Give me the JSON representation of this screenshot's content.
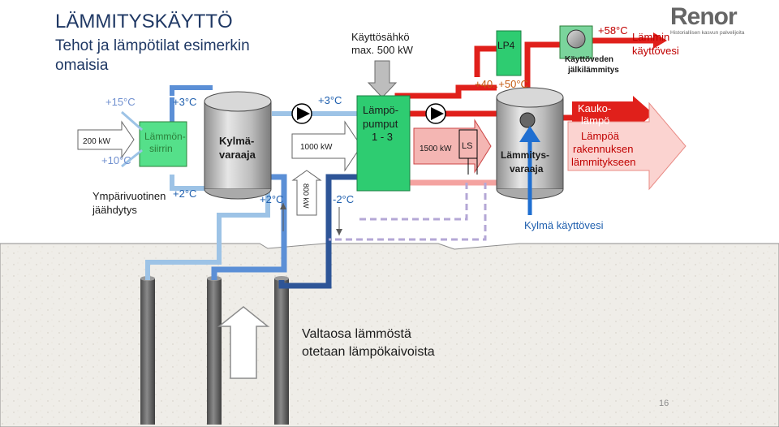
{
  "title": "LÄMMITYSKÄYTTÖ",
  "subtitle_line1": "Tehot ja lämpötilat esimerkin",
  "subtitle_line2": "omaisia",
  "logo": {
    "name": "Renor",
    "tagline": "Historiallisen kasvun palvelijoita"
  },
  "temps": {
    "t_in": "+15°C",
    "t_out": "+10°C",
    "t_hx_top": "+3°C",
    "t_hx_bottom": "+2°C",
    "t_pump_in": "+3°C",
    "t_ground_out": "+2°C",
    "t_ground_in": "-2°C",
    "t_lp4": "+40..+50°C",
    "t_dhw": "+58°C"
  },
  "labels": {
    "power_200": "200 kW",
    "hx_line1": "Lämmön-",
    "hx_line2": "siirrin",
    "cold_tank_line1": "Kylmä-",
    "cold_tank_line2": "varaaja",
    "power_1000": "1000 kW",
    "power_800": "800 kW",
    "elec_line1": "Käyttösähkö",
    "elec_line2": "max. 500 kW",
    "hp_line1": "Lämpö-",
    "hp_line2": "pumput",
    "hp_line3": "1 - 3",
    "power_1500": "1500 kW",
    "ls": "LS",
    "lp4": "LP4",
    "heat_tank_line1": "Lämmitys-",
    "heat_tank_line2": "varaaja",
    "dhw_heat_line1": "Käyttöveden",
    "dhw_heat_line2": "jälkilämmitys",
    "warm_water_line1": "Lämmin",
    "warm_water_line2": "käyttövesi",
    "district_line1": "Kauko-",
    "district_line2": "lämpö",
    "building_line1": "Lämpöä",
    "building_line2": "rakennuksen",
    "building_line3": "lämmitykseen",
    "cold_water": "Kylmä käyttövesi",
    "ambient_line1": "Ympärivuotinen",
    "ambient_line2": "jäähdytys",
    "ground_line1": "Valtaosa lämmöstä",
    "ground_line2": "otetaan lämpökaivoista",
    "slide_number": "16"
  },
  "colors": {
    "pipe_red": "#e0201b",
    "pipe_pink": "#f4a3a0",
    "pipe_blue": "#5b8fd6",
    "pipe_darkblue": "#2e5597",
    "pipe_lblue": "#9dc3e6",
    "dashed": "#b4a7d6",
    "heat_pump": "#2ecc71",
    "ground": "#eeece8",
    "tank": "#b8b8b8"
  }
}
